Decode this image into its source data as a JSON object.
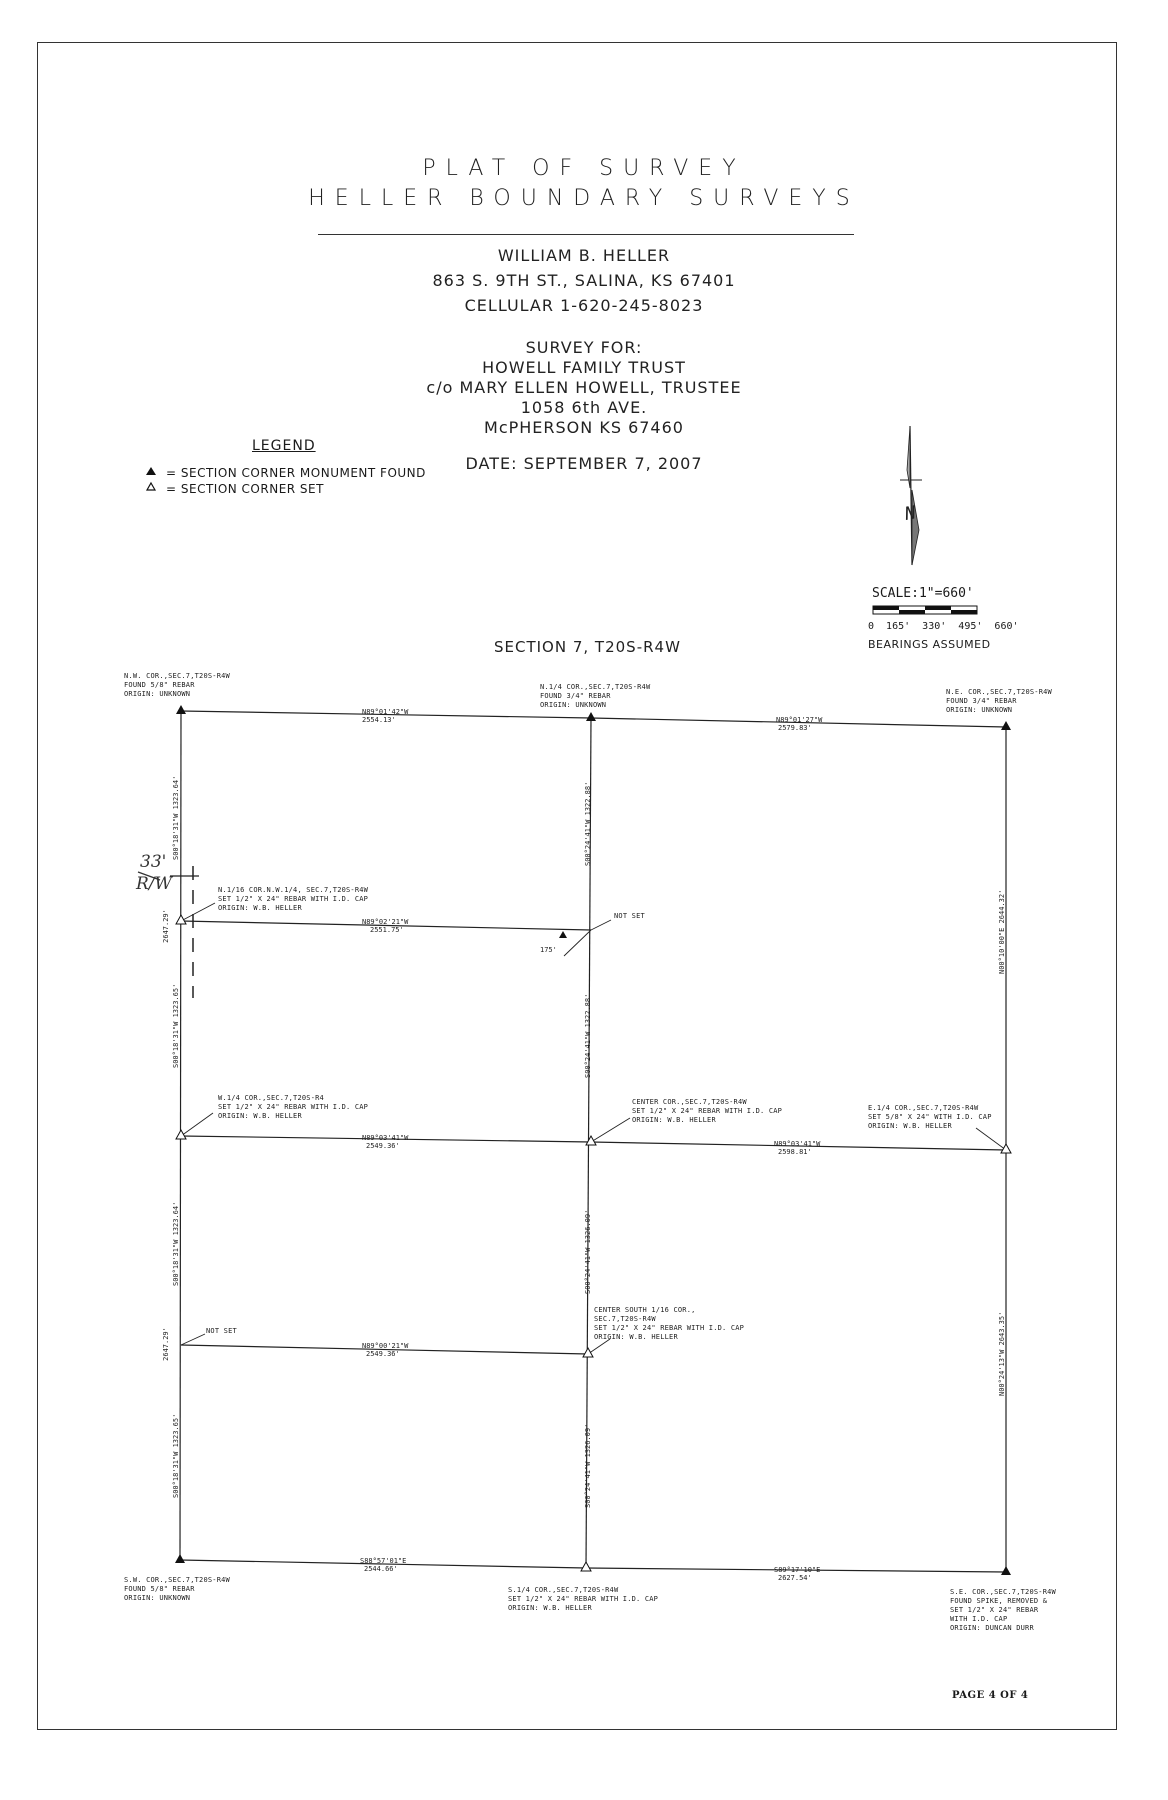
{
  "header": {
    "title_line1": "PLAT OF SURVEY",
    "title_line2": "HELLER BOUNDARY SURVEYS",
    "surveyor": "WILLIAM B. HELLER",
    "address": "863 S. 9TH ST., SALINA, KS 67401",
    "phone": "CELLULAR 1-620-245-8023",
    "survey_for_label": "SURVEY FOR:",
    "client_line1": "HOWELL FAMILY TRUST",
    "client_line2": "c/o MARY ELLEN HOWELL, TRUSTEE",
    "client_line3": "1058 6th AVE.",
    "client_line4": "McPHERSON KS 67460",
    "date": "DATE: SEPTEMBER 7, 2007"
  },
  "legend": {
    "title": "LEGEND",
    "found": "= SECTION CORNER MONUMENT FOUND",
    "set": "= SECTION CORNER SET"
  },
  "north_arrow": {
    "label": "N"
  },
  "scale": {
    "label": "SCALE:1\"=660'",
    "ticks": "0  165'  330'  495'  660'",
    "bearings": "BEARINGS ASSUMED"
  },
  "section_title": "SECTION 7, T20S-R4W",
  "corners": {
    "nw": "N.W. COR.,SEC.7,T20S-R4W\nFOUND 5/8\" REBAR\nORIGIN: UNKNOWN",
    "n14": "N.1/4 COR.,SEC.7,T20S-R4W\nFOUND 3/4\" REBAR\nORIGIN: UNKNOWN",
    "ne": "N.E. COR.,SEC.7,T20S-R4W\nFOUND 3/4\" REBAR\nORIGIN: UNKNOWN",
    "n116": "N.1/16 COR.N.W.1/4, SEC.7,T20S-R4W\nSET 1/2\" X 24\" REBAR WITH I.D. CAP\nORIGIN: W.B. HELLER",
    "w14": "W.1/4 COR.,SEC.7,T20S-R4\nSET 1/2\" X 24\" REBAR WITH I.D. CAP\nORIGIN: W.B. HELLER",
    "center": "CENTER COR.,SEC.7,T20S-R4W\nSET 1/2\" X 24\" REBAR WITH I.D. CAP\nORIGIN: W.B. HELLER",
    "e14": "E.1/4 COR.,SEC.7,T20S-R4W\nSET 5/8\" X 24\" WITH I.D. CAP\nORIGIN: W.B. HELLER",
    "cs116": "CENTER SOUTH 1/16 COR.,\nSEC.7,T20S-R4W\nSET 1/2\" X 24\" REBAR WITH I.D. CAP\nORIGIN: W.B. HELLER",
    "sw": "S.W. COR.,SEC.7,T20S-R4W\nFOUND 5/8\" REBAR\nORIGIN: UNKNOWN",
    "s14": "S.1/4 COR.,SEC.7,T20S-R4W\nSET 1/2\" X 24\" REBAR WITH I.D. CAP\nORIGIN: W.B. HELLER",
    "se": "S.E. COR.,SEC.7,T20S-R4W\nFOUND SPIKE, REMOVED &\nSET 1/2\" X 24\" REBAR\nWITH I.D. CAP\nORIGIN: DUNCAN DURR",
    "not_set_1": "NOT SET",
    "not_set_2": "NOT SET"
  },
  "lines": {
    "north_w_bearing": "N89°01'42\"W",
    "north_w_dist": "2554.13'",
    "north_e_bearing": "N89°01'27\"W",
    "north_e_dist": "2579.83'",
    "n116_bearing": "N89°02'21\"W",
    "n116_dist": "2551.75'",
    "w_mid_bearing": "N89°03'41\"W",
    "w_mid_dist": "2549.36'",
    "e_mid_bearing": "N89°03'41\"W",
    "e_mid_dist": "2598.81'",
    "cs_bearing": "N89°00'21\"W",
    "cs_dist": "2549.36'",
    "south_w_bearing": "S88°57'01\"E",
    "south_w_dist": "2544.66'",
    "south_e_bearing": "S89°17'10\"E",
    "south_e_dist": "2627.54'",
    "west_1": "S00°18'31\"W 1323.64'",
    "west_2": "S00°18'31\"W 1323.65'",
    "west_3": "S00°18'31\"W 1323.64'",
    "west_4": "S00°18'31\"W 1323.65'",
    "west_total_n": "2647.29'",
    "west_total_s": "2647.29'",
    "mid_1": "S00°24'41\"W 1322.88'",
    "mid_2": "S00°24'41\"W 1322.88'",
    "mid_3": "S00°24'41\"W 1326.09'",
    "mid_4": "S00°24'41\"W 1326.09'",
    "east_n": "N00°10'00\"E 2644.32'",
    "east_s": "N00°24'13\"W 2643.35'",
    "offset_175": "175'"
  },
  "annotation": {
    "rw_33": "33'",
    "rw_label": "R/W"
  },
  "page": "PAGE 4 OF 4"
}
